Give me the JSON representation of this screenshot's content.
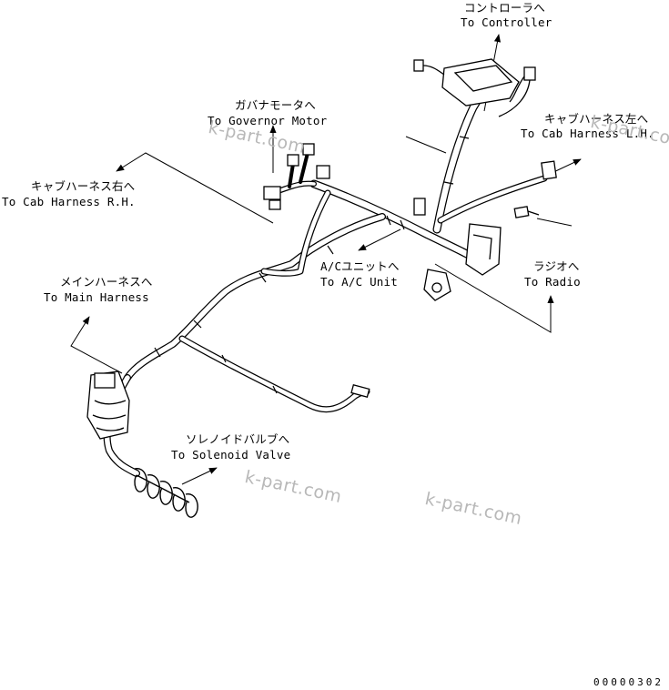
{
  "labels": {
    "controller_jp": "コントローラへ",
    "controller_en": "To Controller",
    "governor_jp": "ガバナモータへ",
    "governor_en": "To Governor Motor",
    "cab_rh_jp": "キャブハーネス右へ",
    "cab_rh_en": "To Cab Harness R.H.",
    "cab_lh_jp": "キャブハーネス左へ",
    "cab_lh_en": "To Cab Harness L.H.",
    "ac_jp": "A/Cユニットへ",
    "ac_en": "To A/C Unit",
    "radio_jp": "ラジオへ",
    "radio_en": "To Radio",
    "main_jp": "メインハーネスへ",
    "main_en": "To Main Harness",
    "solenoid_jp": "ソレノイドバルブへ",
    "solenoid_en": "To Solenoid Valve"
  },
  "watermark": "k-part.com",
  "drawing_code": "00000302"
}
